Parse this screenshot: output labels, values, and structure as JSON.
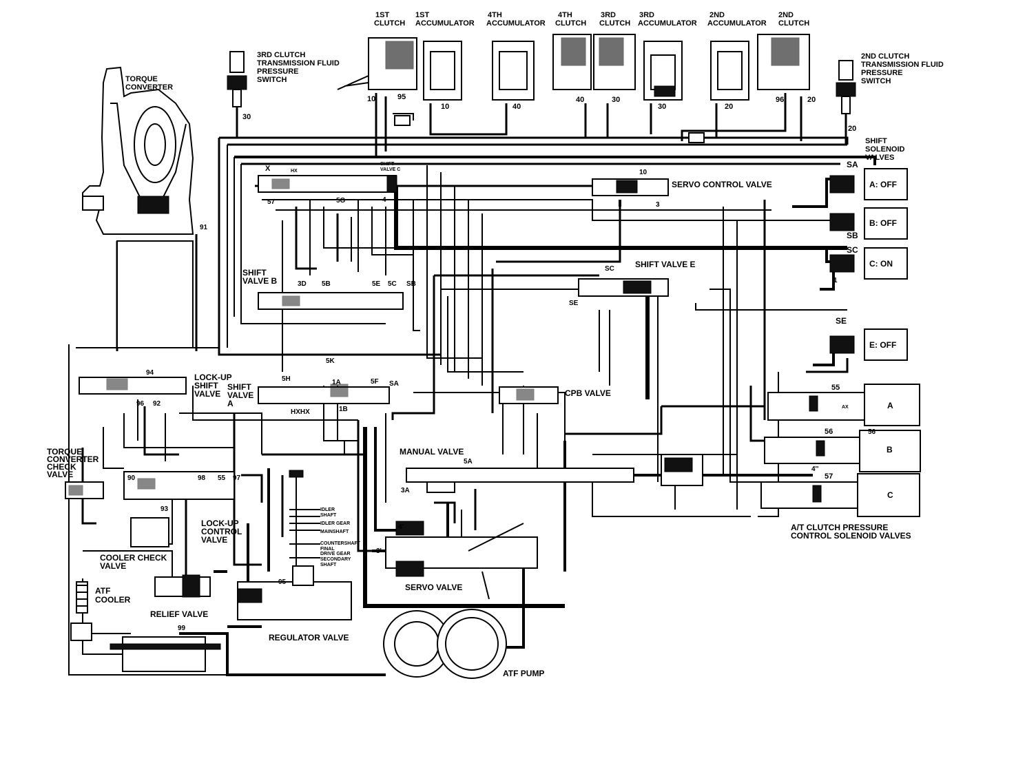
{
  "components": {
    "torque_converter": [
      "TORQUE",
      "CONVERTER"
    ],
    "clutch_1st": [
      "1ST",
      "CLUTCH"
    ],
    "accumulator_1st": [
      "1ST",
      "ACCUMULATOR"
    ],
    "accumulator_4th": [
      "4TH",
      "ACCUMULATOR"
    ],
    "clutch_4th": [
      "4TH",
      "CLUTCH"
    ],
    "clutch_3rd": [
      "3RD",
      "CLUTCH"
    ],
    "accumulator_3rd": [
      "3RD",
      "ACCUMULATOR"
    ],
    "accumulator_2nd": [
      "2ND",
      "ACCUMULATOR"
    ],
    "clutch_2nd": [
      "2ND",
      "CLUTCH"
    ],
    "switch_3rd": [
      "3RD CLUTCH",
      "TRANSMISSION FLUID",
      "PRESSURE",
      "SWITCH"
    ],
    "switch_2nd": [
      "2ND CLUTCH",
      "TRANSMISSION FLUID",
      "PRESSURE",
      "SWITCH"
    ],
    "shift_solenoid_valves": [
      "SHIFT",
      "SOLENOID",
      "VALVES"
    ],
    "servo_control_valve": "SERVO CONTROL VALVE",
    "shift_valve_c": [
      "SHIFT",
      "VALVE C"
    ],
    "shift_valve_b": [
      "SHIFT",
      "VALVE B"
    ],
    "shift_valve_e": "SHIFT VALVE E",
    "shift_valve_a": [
      "SHIFT",
      "VALVE",
      "A"
    ],
    "lockup_shift_valve": [
      "LOCK-UP",
      "SHIFT",
      "VALVE"
    ],
    "cpb_valve": "CPB VALVE",
    "manual_valve": "MANUAL VALVE",
    "tc_check_valve": [
      "TORQUE",
      "CONVERTER",
      "CHECK",
      "VALVE"
    ],
    "lockup_control_valve": [
      "LOCK-UP",
      "CONTROL",
      "VALVE"
    ],
    "cooler_check_valve": [
      "COOLER CHECK",
      "VALVE"
    ],
    "atf_cooler": [
      "ATF",
      "COOLER"
    ],
    "relief_valve": "RELIEF VALVE",
    "regulator_valve": "REGULATOR VALVE",
    "servo_valve": "SERVO VALVE",
    "atf_pump": "ATF PUMP",
    "at_clutch_solenoids": [
      "A/T CLUTCH PRESSURE",
      "CONTROL SOLENOID VALVES"
    ]
  },
  "solenoids": [
    {
      "port": "SA",
      "label": "A: OFF"
    },
    {
      "port": "SB",
      "label": "B: OFF"
    },
    {
      "port": "SC",
      "label": "C: ON"
    },
    {
      "port": "SE",
      "label": "E: OFF"
    }
  ],
  "pressure_solenoids": [
    {
      "name": "A",
      "port": "55"
    },
    {
      "name": "B",
      "port": "56"
    },
    {
      "name": "C",
      "port": "57"
    }
  ],
  "shaft_labels": [
    "IDLER",
    "SHAFT",
    "IDLER GEAR",
    "MAINSHAFT",
    "COUNTERSHAFT",
    "FINAL",
    "DRIVE GEAR",
    "SECONDARY",
    "SHAFT"
  ],
  "port_labels": {
    "top": [
      "10",
      "95",
      "10",
      "40",
      "40",
      "30",
      "30",
      "20",
      "96",
      "20",
      "30",
      "20"
    ],
    "misc": [
      "X",
      "HX",
      "AX",
      "1",
      "3",
      "4",
      "5A",
      "5B",
      "5C",
      "5E",
      "5F",
      "5G",
      "5H",
      "5K",
      "57",
      "91",
      "92",
      "93",
      "94",
      "95",
      "96",
      "97",
      "98",
      "99",
      "90",
      "55",
      "1A",
      "1B",
      "3A",
      "3'",
      "4'",
      "4''",
      "SC",
      "SE",
      "SA",
      "SB",
      "3D",
      "10",
      "HXHX",
      "56"
    ]
  }
}
